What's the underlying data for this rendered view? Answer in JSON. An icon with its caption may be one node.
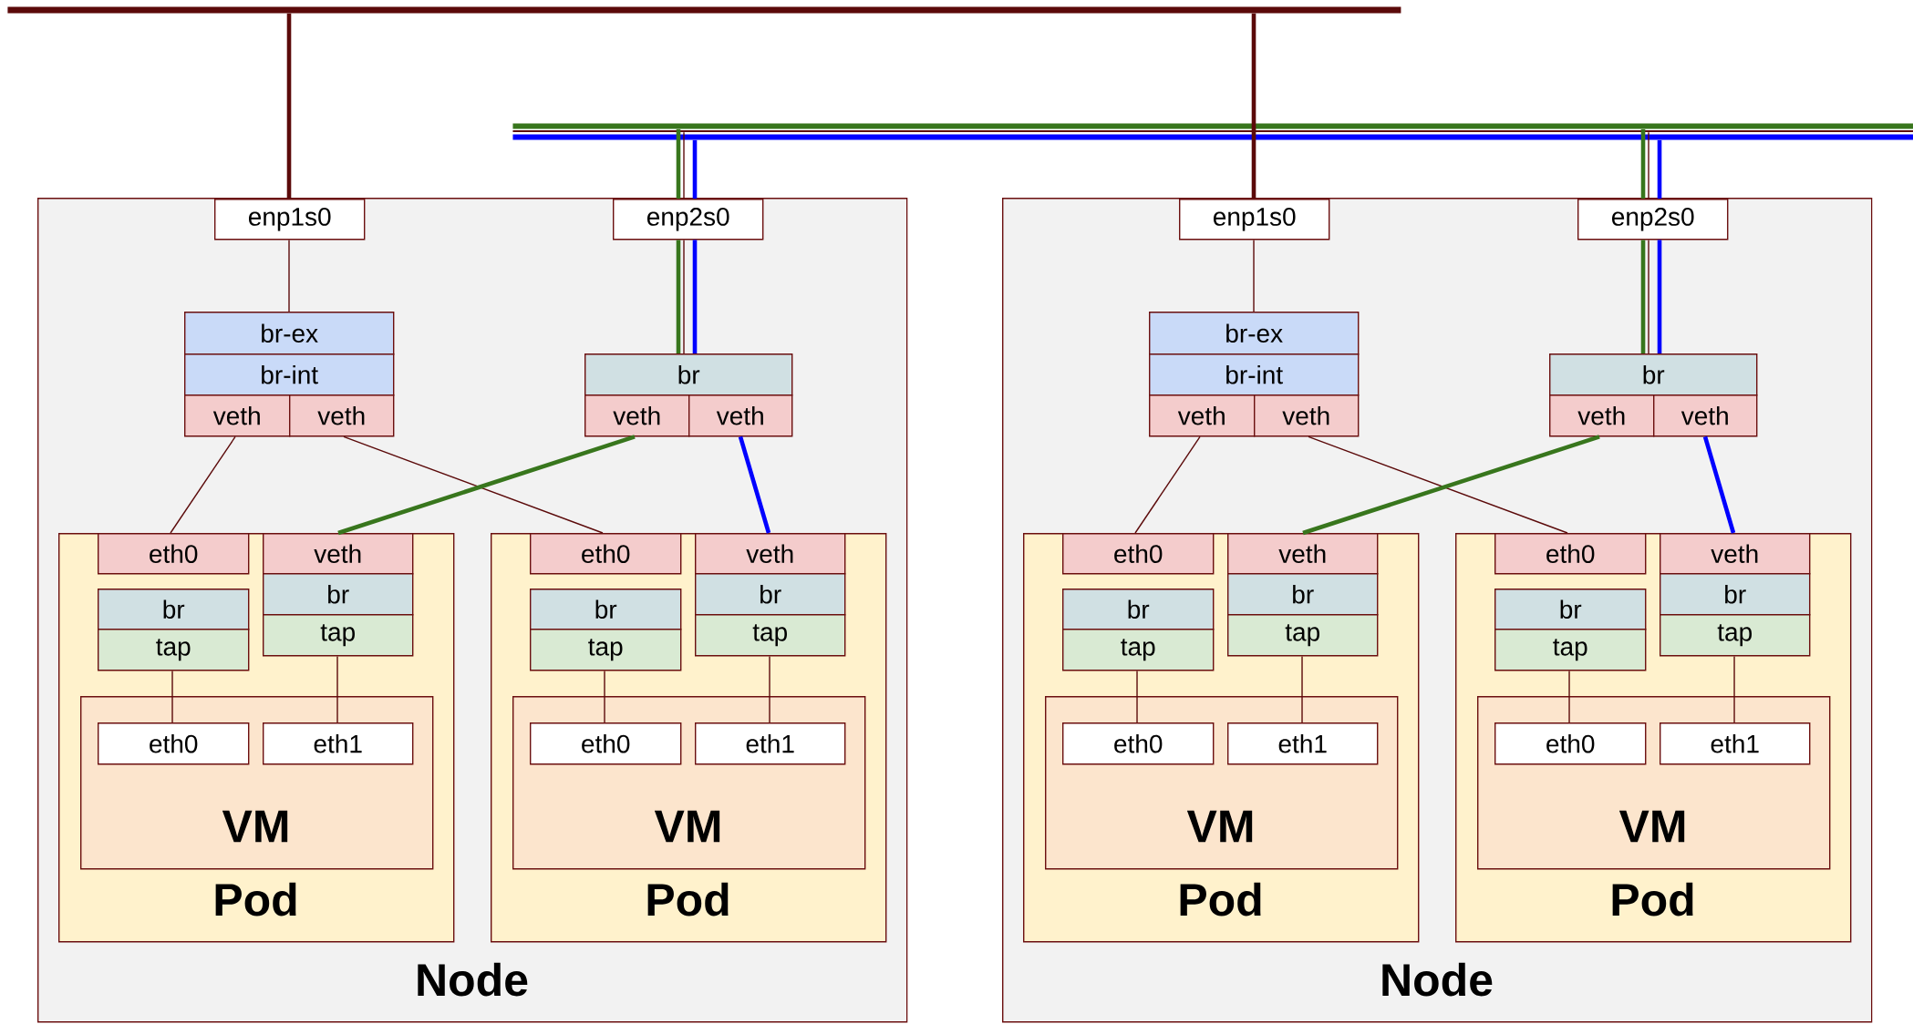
{
  "diagram": {
    "nodes": [
      {
        "text": [],
        "shape": "bar"
      },
      {
        "text": [],
        "shape": "bar"
      },
      {
        "text": [],
        "shape": "bar"
      },
      {
        "text": [],
        "shape": "bar"
      },
      {
        "text": [
          "Node"
        ]
      },
      {
        "text": [
          "enp1s0"
        ],
        "in": 4
      },
      {
        "text": [
          "enp2s0"
        ],
        "in": 4
      },
      {
        "text": [
          "br-ex"
        ],
        "in": 4
      },
      {
        "text": [
          "br-int"
        ],
        "in": 4
      },
      {
        "text": [
          "veth"
        ],
        "in": 4
      },
      {
        "text": [
          "veth"
        ],
        "in": 4
      },
      {
        "text": [
          "br"
        ],
        "in": 4
      },
      {
        "text": [
          "veth"
        ],
        "in": 4
      },
      {
        "text": [
          "veth"
        ],
        "in": 4
      },
      {
        "text": [
          "Pod"
        ],
        "in": 4
      },
      {
        "text": [
          "eth0"
        ],
        "in": 14
      },
      {
        "text": [
          "br"
        ],
        "in": 14
      },
      {
        "text": [
          "tap"
        ],
        "in": 14
      },
      {
        "text": [
          "veth"
        ],
        "in": 14
      },
      {
        "text": [
          "br"
        ],
        "in": 14
      },
      {
        "text": [
          "tap"
        ],
        "in": 14
      },
      {
        "text": [
          "VM"
        ],
        "in": 14
      },
      {
        "text": [
          "eth0"
        ],
        "in": 21
      },
      {
        "text": [
          "eth1"
        ],
        "in": 21
      },
      {
        "text": [
          "Pod"
        ],
        "in": 4
      },
      {
        "text": [
          "eth0"
        ],
        "in": 24
      },
      {
        "text": [
          "br"
        ],
        "in": 24
      },
      {
        "text": [
          "tap"
        ],
        "in": 24
      },
      {
        "text": [
          "veth"
        ],
        "in": 24
      },
      {
        "text": [
          "br"
        ],
        "in": 24
      },
      {
        "text": [
          "tap"
        ],
        "in": 24
      },
      {
        "text": [
          "VM"
        ],
        "in": 24
      },
      {
        "text": [
          "eth0"
        ],
        "in": 31
      },
      {
        "text": [
          "eth1"
        ],
        "in": 31
      },
      {
        "text": [
          "Node"
        ]
      },
      {
        "text": [
          "enp1s0"
        ],
        "in": 34
      },
      {
        "text": [
          "enp2s0"
        ],
        "in": 34
      },
      {
        "text": [
          "br-ex"
        ],
        "in": 34
      },
      {
        "text": [
          "br-int"
        ],
        "in": 34
      },
      {
        "text": [
          "veth"
        ],
        "in": 34
      },
      {
        "text": [
          "veth"
        ],
        "in": 34
      },
      {
        "text": [
          "br"
        ],
        "in": 34
      },
      {
        "text": [
          "veth"
        ],
        "in": 34
      },
      {
        "text": [
          "veth"
        ],
        "in": 34
      },
      {
        "text": [
          "Pod"
        ],
        "in": 34
      },
      {
        "text": [
          "eth0"
        ],
        "in": 44
      },
      {
        "text": [
          "br"
        ],
        "in": 44
      },
      {
        "text": [
          "tap"
        ],
        "in": 44
      },
      {
        "text": [
          "veth"
        ],
        "in": 44
      },
      {
        "text": [
          "br"
        ],
        "in": 44
      },
      {
        "text": [
          "tap"
        ],
        "in": 44
      },
      {
        "text": [
          "VM"
        ],
        "in": 44
      },
      {
        "text": [
          "eth0"
        ],
        "in": 51
      },
      {
        "text": [
          "eth1"
        ],
        "in": 51
      },
      {
        "text": [
          "Pod"
        ],
        "in": 34
      },
      {
        "text": [
          "eth0"
        ],
        "in": 54
      },
      {
        "text": [
          "br"
        ],
        "in": 54
      },
      {
        "text": [
          "tap"
        ],
        "in": 54
      },
      {
        "text": [
          "veth"
        ],
        "in": 54
      },
      {
        "text": [
          "br"
        ],
        "in": 54
      },
      {
        "text": [
          "tap"
        ],
        "in": 54
      },
      {
        "text": [
          "VM"
        ],
        "in": 54
      },
      {
        "text": [
          "eth0"
        ],
        "in": 61
      },
      {
        "text": [
          "eth1"
        ],
        "in": 61
      }
    ],
    "edges": [
      {
        "from": 0,
        "to": 5,
        "arrow": "none",
        "style": "thick"
      },
      {
        "from": 1,
        "to": 6,
        "arrow": "none",
        "style": "thick",
        "color": "#38761d"
      },
      {
        "from": 2,
        "to": 6,
        "arrow": "none"
      },
      {
        "from": 3,
        "to": 6,
        "arrow": "none",
        "style": "thick",
        "color": "#0000ff"
      },
      {
        "from": 5,
        "to": 7,
        "arrow": "none"
      },
      {
        "from": 6,
        "to": 11,
        "arrow": "none",
        "style": "thick",
        "color": "#38761d"
      },
      {
        "from": 6,
        "to": 11,
        "arrow": "none"
      },
      {
        "from": 6,
        "to": 11,
        "arrow": "none",
        "style": "thick",
        "color": "#0000ff"
      },
      {
        "from": 9,
        "to": 15,
        "arrow": "none"
      },
      {
        "from": 10,
        "to": 25,
        "arrow": "none"
      },
      {
        "from": 12,
        "to": 18,
        "arrow": "none",
        "style": "thick",
        "color": "#38761d"
      },
      {
        "from": 13,
        "to": 28,
        "arrow": "none",
        "style": "thick",
        "color": "#0000ff"
      },
      {
        "from": 17,
        "to": 22,
        "arrow": "none"
      },
      {
        "from": 20,
        "to": 23,
        "arrow": "none"
      },
      {
        "from": 27,
        "to": 32,
        "arrow": "none"
      },
      {
        "from": 30,
        "to": 33,
        "arrow": "none"
      },
      {
        "from": 0,
        "to": 35,
        "arrow": "none",
        "style": "thick"
      },
      {
        "from": 1,
        "to": 36,
        "arrow": "none",
        "style": "thick",
        "color": "#38761d"
      },
      {
        "from": 2,
        "to": 36,
        "arrow": "none"
      },
      {
        "from": 3,
        "to": 36,
        "arrow": "none",
        "style": "thick",
        "color": "#0000ff"
      },
      {
        "from": 35,
        "to": 37,
        "arrow": "none"
      },
      {
        "from": 36,
        "to": 41,
        "arrow": "none",
        "style": "thick",
        "color": "#38761d"
      },
      {
        "from": 36,
        "to": 41,
        "arrow": "none"
      },
      {
        "from": 36,
        "to": 41,
        "arrow": "none",
        "style": "thick",
        "color": "#0000ff"
      },
      {
        "from": 39,
        "to": 45,
        "arrow": "none"
      },
      {
        "from": 40,
        "to": 55,
        "arrow": "none"
      },
      {
        "from": 42,
        "to": 48,
        "arrow": "none",
        "style": "thick",
        "color": "#38761d"
      },
      {
        "from": 43,
        "to": 58,
        "arrow": "none",
        "style": "thick",
        "color": "#0000ff"
      },
      {
        "from": 47,
        "to": 52,
        "arrow": "none"
      },
      {
        "from": 50,
        "to": 53,
        "arrow": "none"
      },
      {
        "from": 57,
        "to": 62,
        "arrow": "none"
      },
      {
        "from": 60,
        "to": 63,
        "arrow": "none"
      }
    ]
  }
}
